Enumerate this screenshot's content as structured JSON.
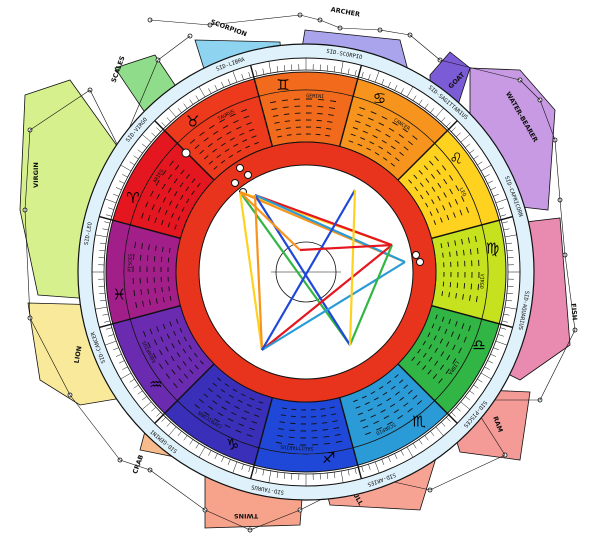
{
  "constellations": [
    {
      "label": "SCORPION",
      "color": "#8ed3f0"
    },
    {
      "label": "ARCHER",
      "color": "#a9a4ec"
    },
    {
      "label": "GOAT",
      "color": "#7b5bd6"
    },
    {
      "label": "WATER-BEARER",
      "color": "#c79ae3"
    },
    {
      "label": "FISH",
      "color": "#e98bb0"
    },
    {
      "label": "RAM",
      "color": "#f49b97"
    },
    {
      "label": "BULL",
      "color": "#f7a394"
    },
    {
      "label": "TWINS",
      "color": "#f7a38c"
    },
    {
      "label": "CRAB",
      "color": "#f8bb8c"
    },
    {
      "label": "LION",
      "color": "#f9ea9b"
    },
    {
      "label": "VIRGIN",
      "color": "#d6f08d"
    },
    {
      "label": "SCALES",
      "color": "#8fdc8a"
    }
  ],
  "sidereal_labels": [
    "SID-SCORPIO",
    "SID-SAGITTARIUS",
    "SID-CAPRICORN",
    "SID-AQUARIUS",
    "SID-PISCES",
    "SID-ARIES",
    "SID-TAURUS",
    "SID-GEMINI",
    "SID-CANCER",
    "SID-LEO",
    "SID-VIRGO",
    "SID-LIBRA"
  ],
  "signs": [
    {
      "name": "GEMINI",
      "glyph": "♊",
      "color": "#f26a1b"
    },
    {
      "name": "CANCER",
      "glyph": "♋",
      "color": "#f7941d"
    },
    {
      "name": "LEO",
      "glyph": "♌",
      "color": "#ffd21f"
    },
    {
      "name": "VIRGO",
      "glyph": "♍",
      "color": "#c6e11e"
    },
    {
      "name": "LIBRA",
      "glyph": "♎",
      "color": "#31b544"
    },
    {
      "name": "SCORPIO",
      "glyph": "♏",
      "color": "#2a9bd6"
    },
    {
      "name": "SAGITTARIUS",
      "glyph": "♐",
      "color": "#1f48d8"
    },
    {
      "name": "CAPRICORN",
      "glyph": "♑",
      "color": "#3a2fb8"
    },
    {
      "name": "AQUARIUS",
      "glyph": "♒",
      "color": "#6a2bb0"
    },
    {
      "name": "PISCES",
      "glyph": "♓",
      "color": "#a21f8a"
    },
    {
      "name": "ARIES",
      "glyph": "♈",
      "color": "#e4161f"
    },
    {
      "name": "TAURUS",
      "glyph": "♉",
      "color": "#ee3a1c"
    }
  ],
  "house_ring_color": "#e8341c",
  "aspect_colors": [
    "#ffd21f",
    "#f7941d",
    "#e4161f",
    "#2a9bd6",
    "#31b544",
    "#1f48d8"
  ]
}
